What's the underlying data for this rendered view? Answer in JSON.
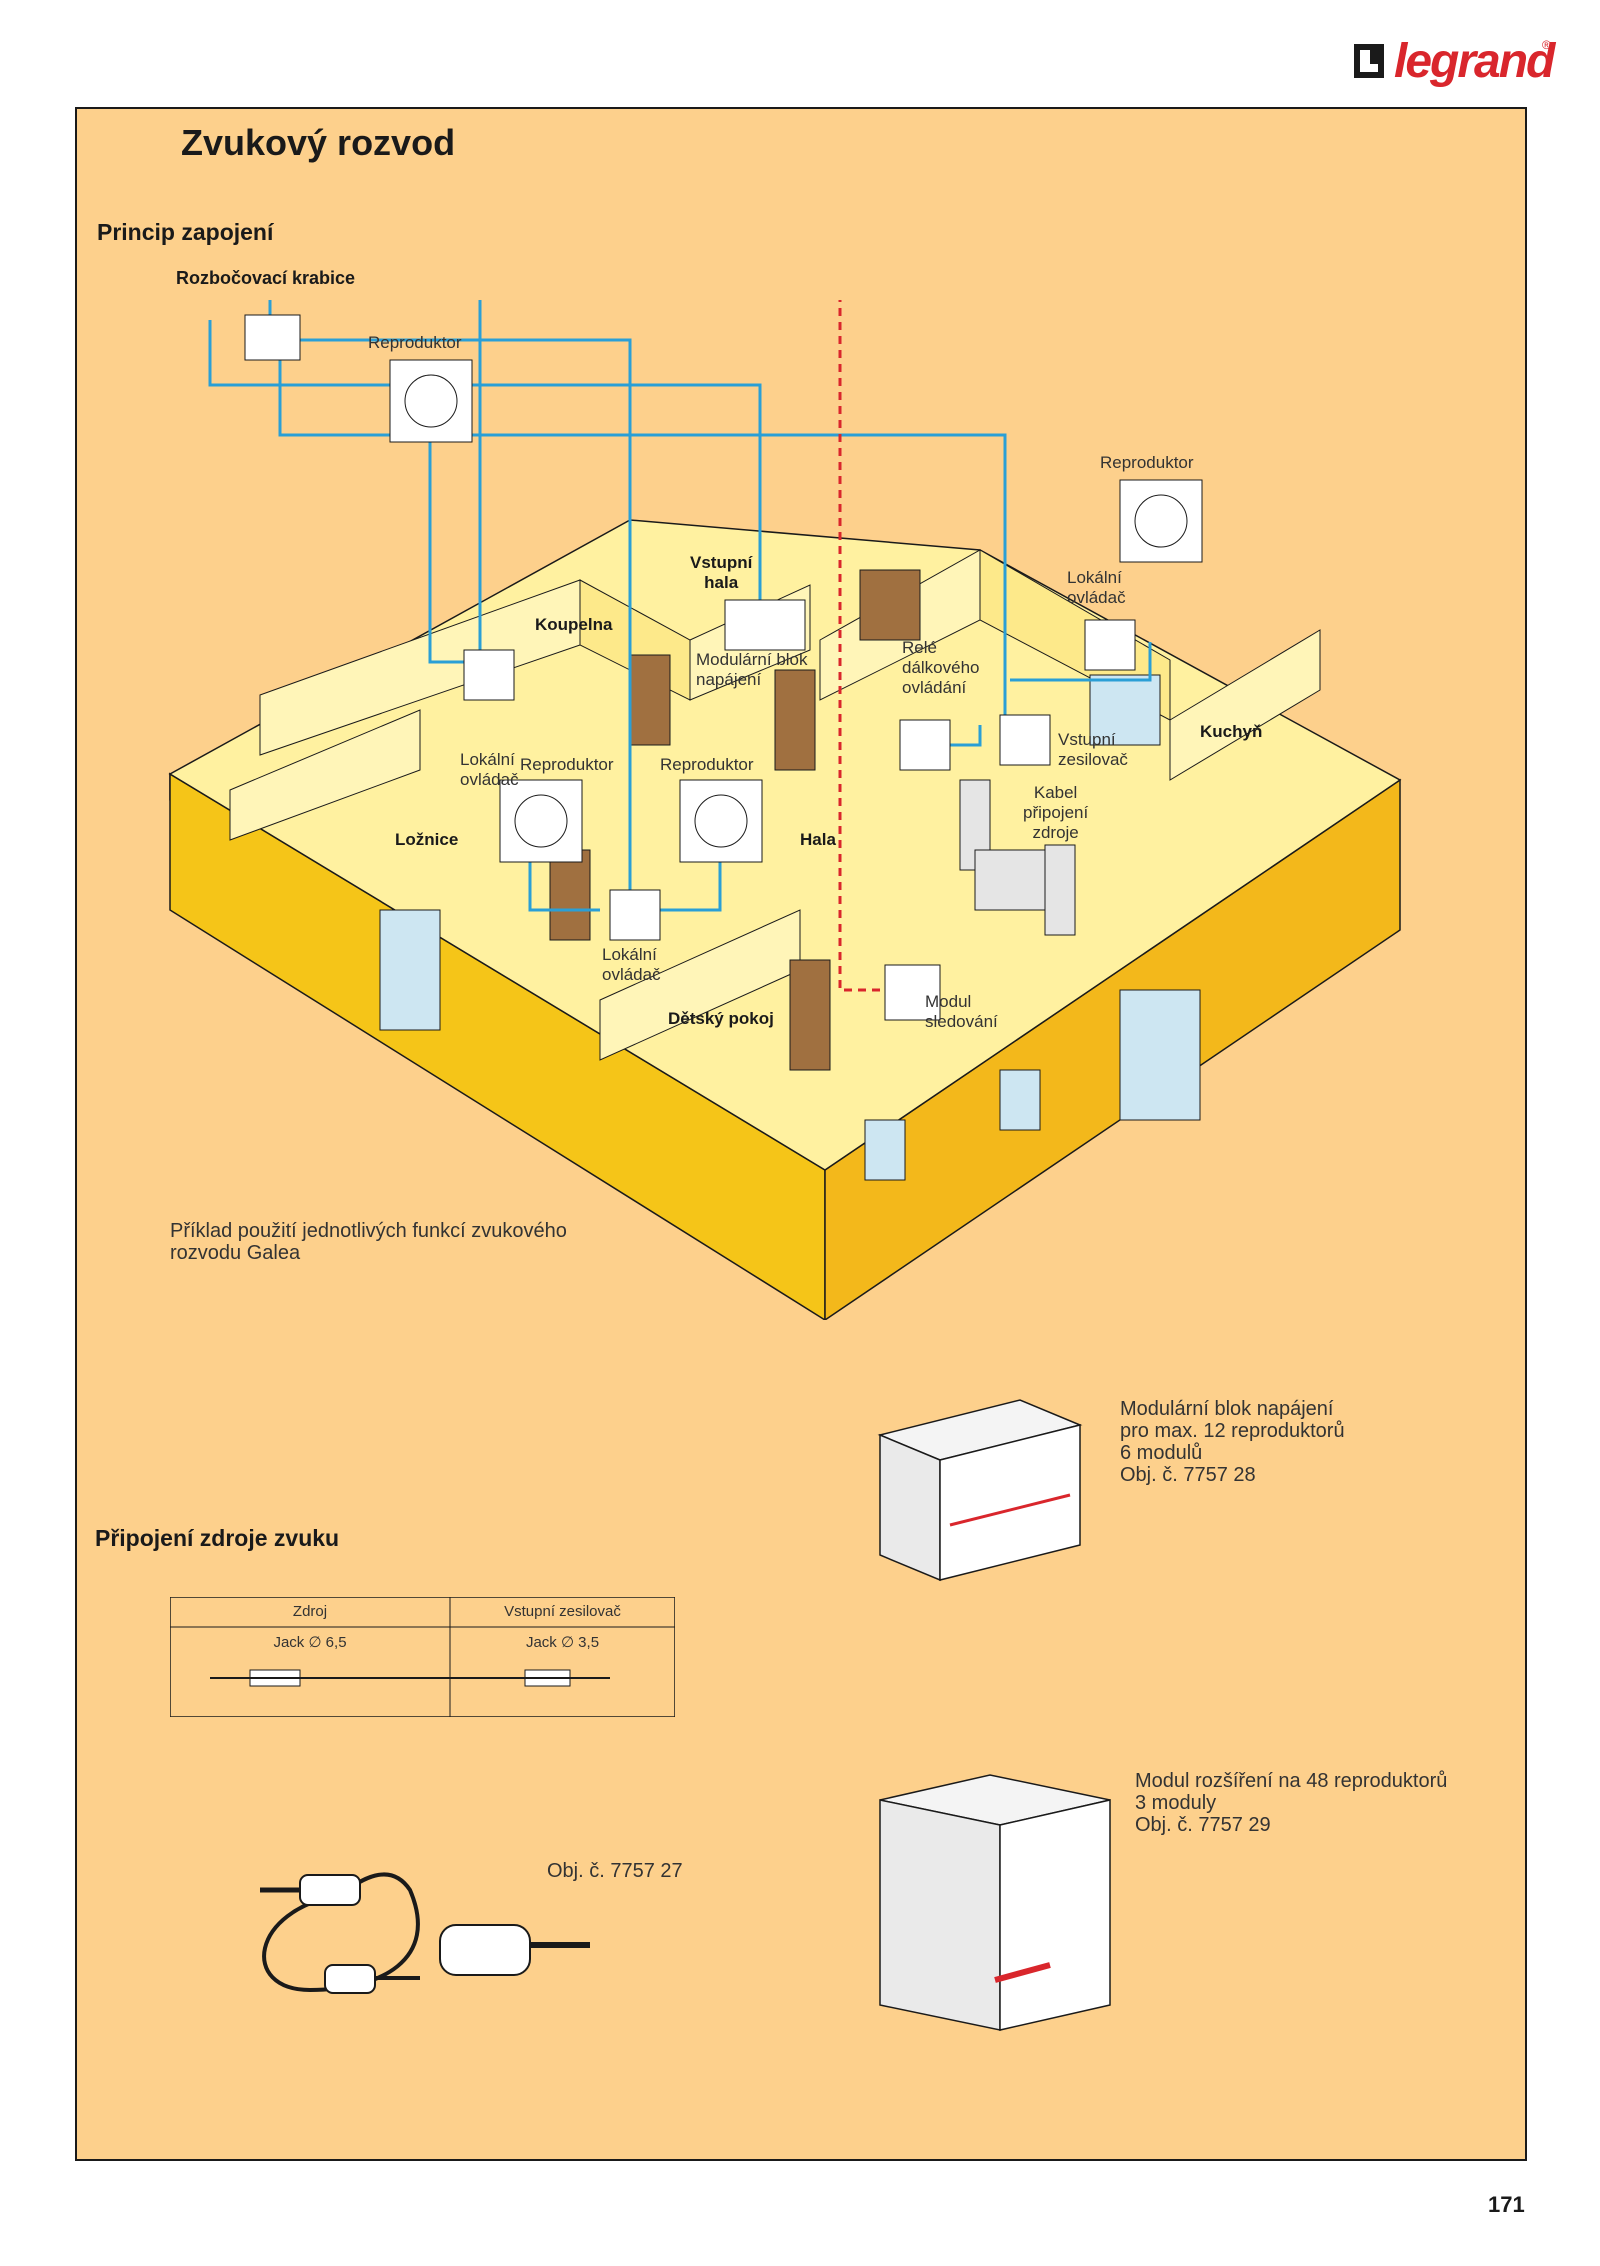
{
  "brand": {
    "logo_text": "legrand",
    "reg_mark": "®"
  },
  "page_title": "Zvukový rozvod",
  "section1": {
    "heading": "Princip zapojení",
    "junction_box_label": "Rozbočovací krabice",
    "labels": {
      "speaker_1": "Reproduktor",
      "speaker_2": "Reproduktor",
      "speaker_3": "Reproduktor",
      "speaker_4": "Reproduktor",
      "local_control_1": "Lokální\novládač",
      "local_control_2": "Lokální\novládač",
      "local_control_3": "Lokální\novládač",
      "entrance_hall": "Vstupní\nhala",
      "bathroom": "Koupelna",
      "power_block": "Modulární blok\nnapájení",
      "relay": "Relé\ndálkového\novládání",
      "input_amplifier": "Vstupní\nzesilovač",
      "kitchen": "Kuchyň",
      "power_cable": "Kabel\npřipojení\nzdroje",
      "bedroom": "Ložnice",
      "hall": "Hala",
      "kids_room": "Dětský pokoj",
      "monitor_module": "Modul\nsledování"
    },
    "caption": "Příklad použití jednotlivých funkcí zvukového\nrozvodu Galea"
  },
  "section2": {
    "heading": "Připojení zdroje zvuku",
    "table": {
      "columns": [
        "Zdroj",
        "Vstupní zesilovač"
      ],
      "cells": [
        "Jack ∅ 6,5",
        "Jack ∅ 3,5"
      ]
    },
    "cable_ref": "Obj. č. 7757 27"
  },
  "products": [
    {
      "lines": [
        "Modulární blok napájení",
        "pro max. 12 reproduktorů",
        "6 modulů",
        "Obj. č. 7757 28"
      ]
    },
    {
      "lines": [
        "Modul rozšíření na 48 reproduktorů",
        "3 moduly",
        "Obj. č. 7757 29"
      ]
    }
  ],
  "page_number": "171",
  "colors": {
    "panel": "#fdd08c",
    "wall": "#f5c518",
    "floor": "#fff1a0",
    "wire": "#2a9fd6",
    "dashed": "#d9262c",
    "logo": "#d9262c"
  }
}
